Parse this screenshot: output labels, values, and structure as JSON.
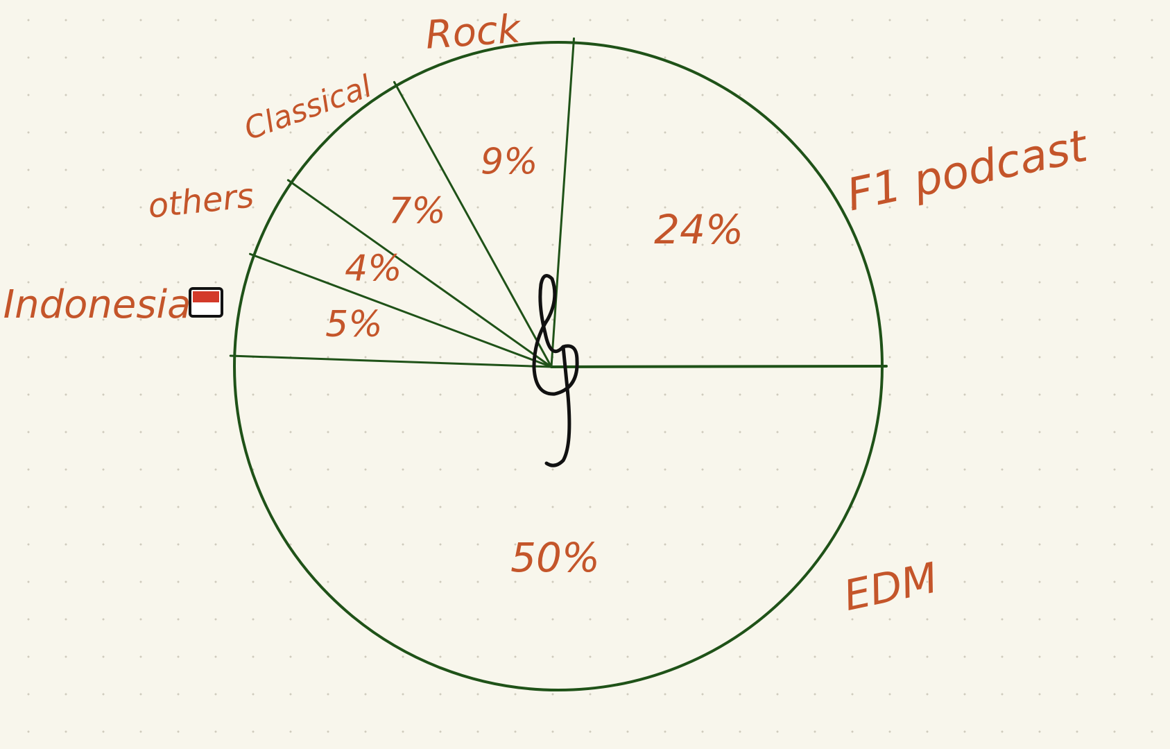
{
  "chart_data": {
    "type": "pie",
    "slices": [
      {
        "label": "F1 podcast",
        "value": 24,
        "value_label": "24%"
      },
      {
        "label": "Rock",
        "value": 9,
        "value_label": "9%"
      },
      {
        "label": "Classical",
        "value": 7,
        "value_label": "7%"
      },
      {
        "label": "others",
        "value": 4,
        "value_label": "4%"
      },
      {
        "label": "Indonesia",
        "value": 5,
        "value_label": "5%"
      },
      {
        "label": "EDM",
        "value": 50,
        "value_label": "50%"
      }
    ],
    "annotations": [
      "treble-clef-icon",
      "indonesia-flag-icon"
    ]
  },
  "colors": {
    "background": "#f8f6ec",
    "grid_dots": "#cfcbbd",
    "outline": "#1f5218",
    "labels": "#c4552a",
    "clef": "#111111",
    "flag_red": "#d33a2a"
  }
}
